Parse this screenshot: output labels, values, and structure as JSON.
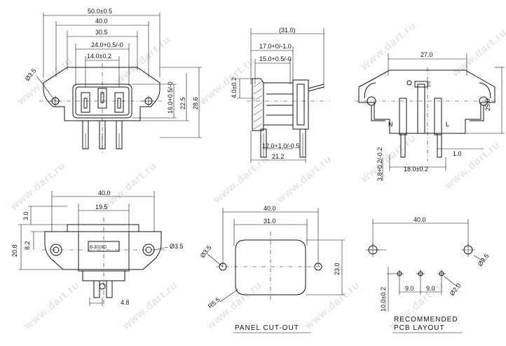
{
  "watermark": "www.dart.ru",
  "top_left": {
    "w_total": "50.0±0.5",
    "w_40": "40.0",
    "w_30": "30.5",
    "w_24": "24.0+0.5/-0",
    "w_14": "14.0±0.2",
    "hole": "Ø3.5",
    "h_16": "16.0+0.5/-0",
    "h_22": "22.5",
    "h_28": "28.6"
  },
  "top_mid": {
    "d_31": "(31.0)",
    "d_17": "17.0+0/-1.0",
    "d_15": "15.0+0.5/-0",
    "d_4": "4.0±0.2",
    "d_12": "12.0+1.0/-0.5",
    "d_212": "21.2"
  },
  "top_right": {
    "w_27": "27.0",
    "h_25": "25.0",
    "d_1": "1.0",
    "d_18": "18.0±0.2",
    "d_38": "3.8+0.2/-0.2",
    "pin_e": "E",
    "pin_n": "N",
    "pin_l": "L"
  },
  "bottom_left": {
    "w_40": "40.0",
    "w_195": "19.5",
    "d_3": "3.0",
    "d_82": "8.2",
    "h_208": "20.8",
    "hole": "Ø3.5",
    "d_48": "4.8",
    "label": "B-3019O"
  },
  "bottom_mid": {
    "w_40": "40.0",
    "w_31": "31.0",
    "h_23": "23.0",
    "hole": "Ø3.5",
    "radius": "R5.5",
    "caption": "PANEL CUT-OUT"
  },
  "bottom_right": {
    "w_40": "40.0",
    "hole": "Ø3.5",
    "pin_hole": "Ø2.0",
    "d_9a": "9.0",
    "d_9b": "9.0",
    "d_10": "10.0±0.2",
    "caption_1": "RECOMMENDED",
    "caption_2": "PCB LAYOUT"
  }
}
